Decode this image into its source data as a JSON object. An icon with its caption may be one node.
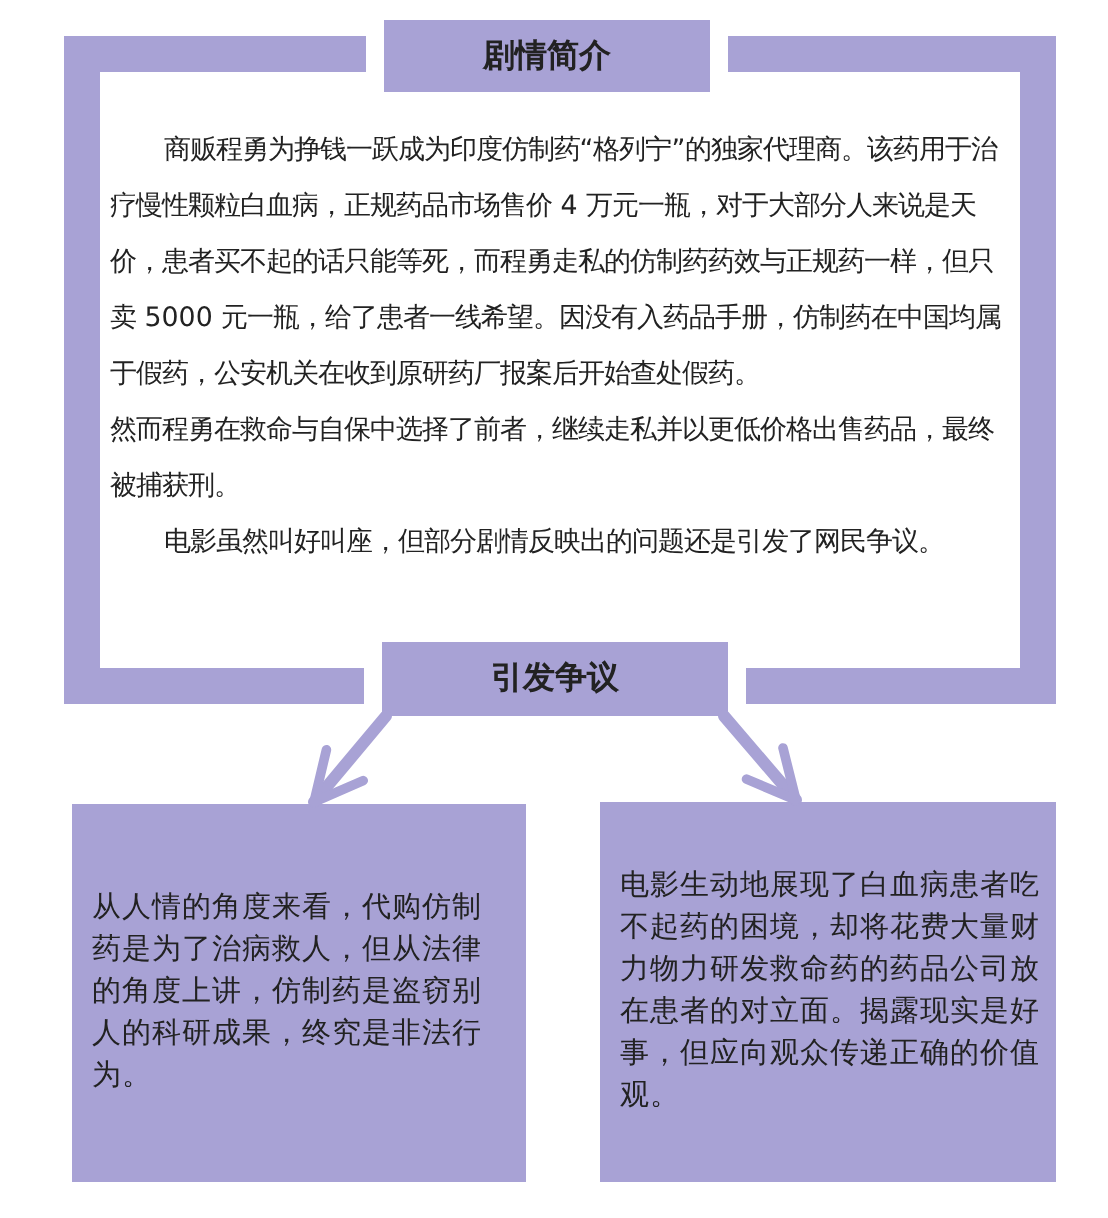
{
  "diagram": {
    "nodes": [
      {
        "text": [
          "剧情简介"
        ]
      },
      {
        "text": [
          "商贩程勇为挣钱一跃成为印度仿制药“格列宁”的独家代理商。该药用于治疗慢性颗粒白血病，正规药品市场售价 4 万元一瓶，对于大部分人来说是天价，患者买不起的话只能等死，而程勇走私的仿制药药效与正规药一样，但只卖 5000 元一瓶，给了患者一线希望。因没有入药品手册，仿制药在中国均属于假药，公安机关在收到原研药厂报案后开始查处假药。",
          "然而程勇在救命与自保中选择了前者，继续走私并以更低价格出售药品，最终被捕获刑。",
          "电影虽然叫好叫座，但部分剧情反映出的问题还是引发了网民争议。"
        ]
      },
      {
        "text": [
          "引发争议"
        ]
      },
      {
        "text": [
          "从人情的角度来看，代购仿制药是为了治病救人，但从法律的角度上讲，仿制药是盗窃别人的科研成果，终究是非法行为。"
        ]
      },
      {
        "text": [
          "电影生动地展现了白血病患者吃不起药的困境，却将花费大量财力物力研发救命药的药品公司放在患者的对立面。揭露现实是好事，但应向观众传递正确的价值观。"
        ]
      }
    ],
    "edges": [
      {
        "from": 2,
        "to": 3,
        "arrow": "to"
      },
      {
        "from": 2,
        "to": 4,
        "arrow": "to"
      }
    ]
  }
}
